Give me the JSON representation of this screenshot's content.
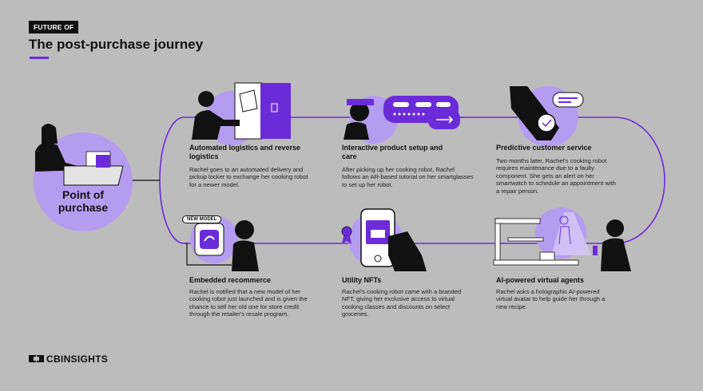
{
  "header": {
    "tag": "FUTURE OF",
    "title": "The post-purchase journey"
  },
  "center": {
    "label": "Point of purchase"
  },
  "badge": "NEW MODEL",
  "steps": [
    {
      "title": "Automated logistics and reverse logistics",
      "desc": "Rachel goes to an automated delivery and pickup locker to exchange her cooking robot for a newer model."
    },
    {
      "title": "Interactive product setup and care",
      "desc": "After picking up her cooking robot, Rachel follows an AR-based tutorial on her smartglasses to set up her robot."
    },
    {
      "title": "Predictive customer service",
      "desc": "Two months later, Rachel's cooking robot requires maintenance due to a faulty component. She gets an alert on her smartwatch to schedule an appointment with a repair person."
    },
    {
      "title": "Embedded recommerce",
      "desc": "Rachel is notified that a new model of her cooking robot just launched and is given the chance to sell her old one for store credit through the retailer's resale program."
    },
    {
      "title": "Utility NFTs",
      "desc": "Rachel's cooking robot came with a branded NFT, giving her exclusive access to virtual cooking classes and discounts on select groceries."
    },
    {
      "title": "AI-powered virtual agents",
      "desc": "Rachel asks a holographic AI-powered virtual avatar to help guide her through a new recipe."
    }
  ],
  "logo": {
    "text": "CBINSIGHTS"
  },
  "colors": {
    "purple": "#6c2bd9",
    "light_purple": "#b49cf0",
    "background": "#bcbcbc",
    "ink": "#111111"
  }
}
